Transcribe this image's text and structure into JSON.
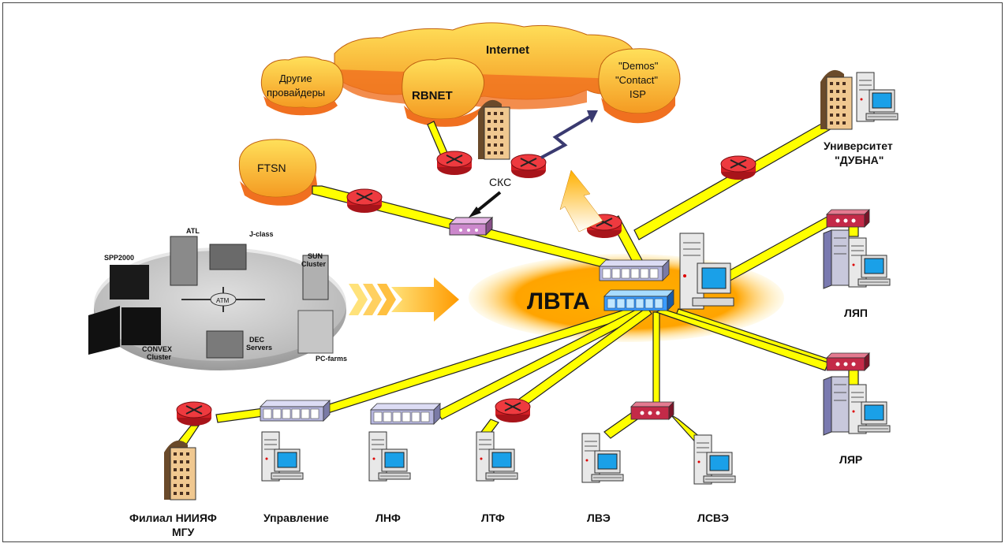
{
  "cloud_labels": {
    "internet": "Internet",
    "other_providers": "Другие провайдеры",
    "rbnet": "RBNET",
    "demos_isp": [
      "\"Demos\"",
      "\"Contact\"",
      "ISP"
    ],
    "ftsn": "FTSN"
  },
  "center_label": "ЛВТА",
  "sks_label": "СКС",
  "cluster_labels": {
    "atl": "ATL",
    "jclass": "J-class",
    "spp": "SPP2000",
    "sun": [
      "SUN",
      "Cluster"
    ],
    "atm": "ATM",
    "convex": [
      "CONVEX",
      "Cluster"
    ],
    "dec": [
      "DEC",
      "Servers"
    ],
    "pcfarms": "PC-farms"
  },
  "site_labels": {
    "university": [
      "Университет",
      "\"ДУБНА\""
    ],
    "lyap": "ЛЯП",
    "lyar": "ЛЯР",
    "filial": [
      "Филиал НИИЯФ",
      "МГУ"
    ],
    "upravlenie": "Управление",
    "lnf": "ЛНФ",
    "ltf": "ЛТФ",
    "lve": "ЛВЭ",
    "lsve": "ЛСВЭ"
  },
  "colors": {
    "link": "#ffff00",
    "link_outline": "#222222",
    "cloud_top": "#ffd23a",
    "cloud_side": "#f08020",
    "router": "#e8232a",
    "switch": "#b8b8e0",
    "switch_blue": "#3aa0ff",
    "hub": "#c23a5a",
    "sks_box": "#cc99cc"
  }
}
